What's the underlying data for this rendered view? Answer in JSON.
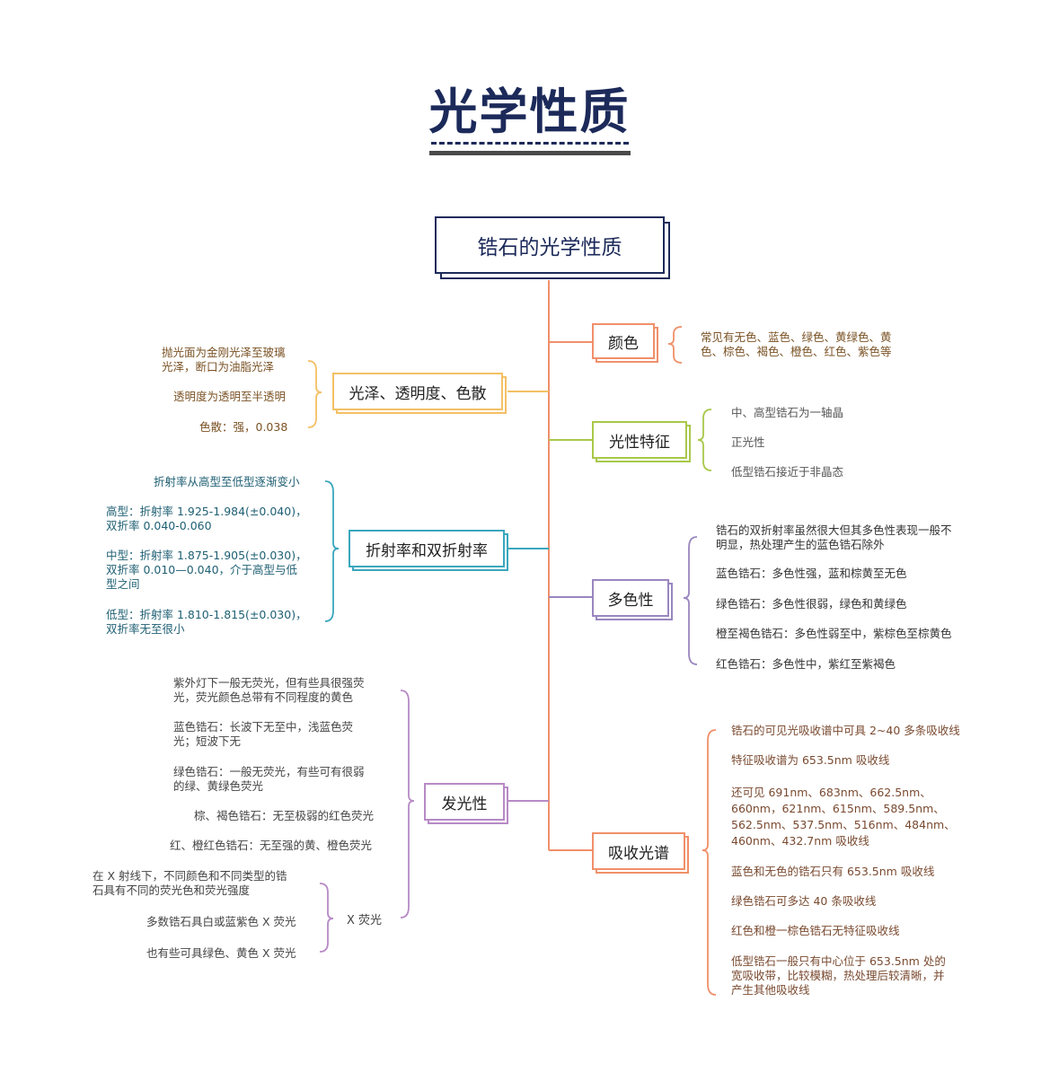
{
  "title": "光学性质",
  "root": {
    "label": "锆石的光学性质",
    "color": "#1c2a5a"
  },
  "colors": {
    "trunk": "#f0906a",
    "color": "#f0906a",
    "axis": "#a8c84a",
    "pleo": "#9a86c0",
    "absorb": "#f0906a",
    "luster": "#f4c065",
    "refract": "#3aa7bd",
    "lum": "#b78ac6"
  },
  "branches": {
    "color": {
      "label": "颜色",
      "items": [
        "常见有无色、蓝色、绿色、黄绿色、黄\n色、棕色、褐色、橙色、红色、紫色等"
      ]
    },
    "axis": {
      "label": "光性特征",
      "items": [
        "中、高型锆石为一轴晶",
        "正光性",
        "低型锆石接近于非晶态"
      ]
    },
    "pleo": {
      "label": "多色性",
      "items": [
        "锆石的双折射率虽然很大但其多色性表现一般不\n明显，热处理产生的蓝色锆石除外",
        "蓝色锆石：多色性强，蓝和棕黄至无色",
        "绿色锆石：多色性很弱，绿色和黄绿色",
        "橙至褐色锆石：多色性弱至中，紫棕色至棕黄色",
        "红色锆石：多色性中，紫红至紫褐色"
      ]
    },
    "absorb": {
      "label": "吸收光谱",
      "items": [
        "锆石的可见光吸收谱中可具 2~40 多条吸收线",
        "特征吸收谱为 653.5nm 吸收线",
        "还可见 691nm、683nm、662.5nm、\n660nm，621nm、615nm、589.5nm、\n562.5nm、537.5nm、516nm、484nm、\n460nm、432.7nm 吸收线",
        "蓝色和无色的锆石只有 653.5nm 吸收线",
        "绿色锆石可多达 40 条吸收线",
        "红色和橙一棕色锆石无特征吸收线",
        "低型锆石一般只有中心位于 653.5nm 处的\n宽吸收带，比较模糊，热处理后较清晰，并\n产生其他吸收线"
      ]
    },
    "luster": {
      "label": "光泽、透明度、色散",
      "items": [
        "抛光面为金刚光泽至玻璃\n光泽，断口为油脂光泽",
        "透明度为透明至半透明",
        "色散：强，0.038"
      ]
    },
    "refract": {
      "label": "折射率和双折射率",
      "items": [
        "折射率从高型至低型逐渐变小",
        "高型：折射率 1.925-1.984(±0.040)，\n双折率 0.040-0.060",
        "中型：折射率 1.875-1.905(±0.030)，\n双折率 0.010—0.040，介于高型与低\n型之间",
        "低型：折射率 1.810-1.815(±0.030)，\n双折率无至很小"
      ]
    },
    "lum": {
      "label": "发光性",
      "items": [
        "紫外灯下一般无荧光，但有些具很强荧\n光，荧光颜色总带有不同程度的黄色",
        "蓝色锆石：长波下无至中，浅蓝色荧\n光；短波下无",
        "绿色锆石：一般无荧光，有些可有很弱\n的绿、黄绿色荧光",
        "棕、褐色锆石：无至极弱的红色荧光",
        "红、橙红色锆石：无至强的黄、橙色荧光"
      ],
      "xray": {
        "label": "X 荧光",
        "items": [
          "在 X 射线下，不同颜色和不同类型的锆\n石具有不同的荧光色和荧光强度",
          "多数锆石具白或蓝紫色 X 荧光",
          "也有些可具绿色、黄色 X 荧光"
        ]
      }
    }
  }
}
